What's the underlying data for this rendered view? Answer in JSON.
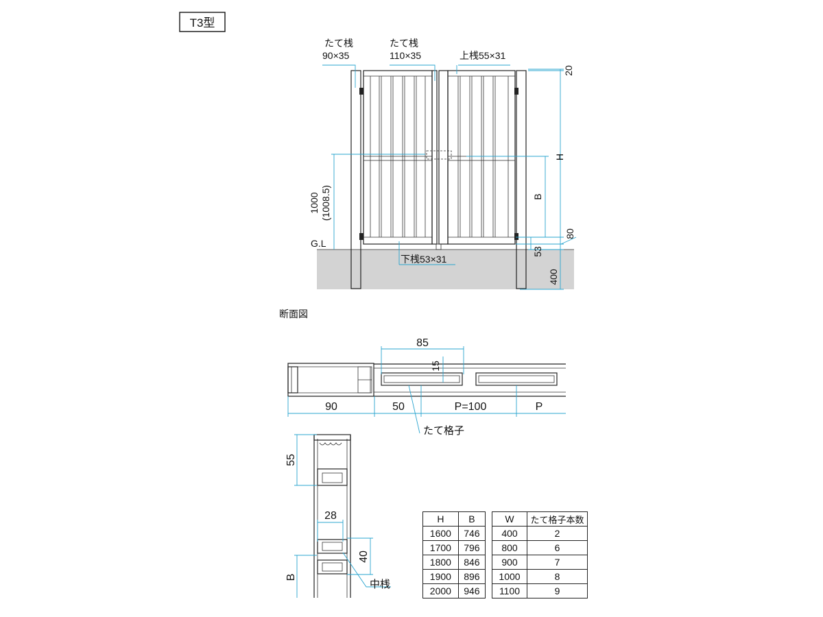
{
  "badge": {
    "label": "T3型"
  },
  "elevation": {
    "labels": {
      "tate_90": "たて桟",
      "tate_90_size": "90×35",
      "tate_110": "たて桟",
      "tate_110_size": "110×35",
      "top_rail": "上桟55×31",
      "bottom_rail": "下桟53×31",
      "gl": "G.L",
      "height_main": "1000",
      "height_alt": "(1008.5)",
      "dim_h": "H",
      "dim_b": "B",
      "dim_20": "20",
      "dim_80": "80",
      "dim_53": "53",
      "dim_400": "400"
    }
  },
  "section": {
    "title": "断面図",
    "labels": {
      "dim_85": "85",
      "dim_15": "15",
      "dim_90": "90",
      "dim_50": "50",
      "dim_pitch": "P=100",
      "dim_p": "P",
      "lattice": "たて格子",
      "dim_55": "55",
      "dim_28": "28",
      "dim_40": "40",
      "dim_b": "B",
      "mid_rail": "中桟"
    }
  },
  "tables": {
    "hb": {
      "headers": [
        "H",
        "B"
      ],
      "rows": [
        [
          "1600",
          "746"
        ],
        [
          "1700",
          "796"
        ],
        [
          "1800",
          "846"
        ],
        [
          "1900",
          "896"
        ],
        [
          "2000",
          "946"
        ]
      ]
    },
    "w": {
      "headers": [
        "W",
        "たて格子本数"
      ],
      "rows": [
        [
          "400",
          "2"
        ],
        [
          "800",
          "6"
        ],
        [
          "900",
          "7"
        ],
        [
          "1000",
          "8"
        ],
        [
          "1100",
          "9"
        ]
      ]
    }
  }
}
